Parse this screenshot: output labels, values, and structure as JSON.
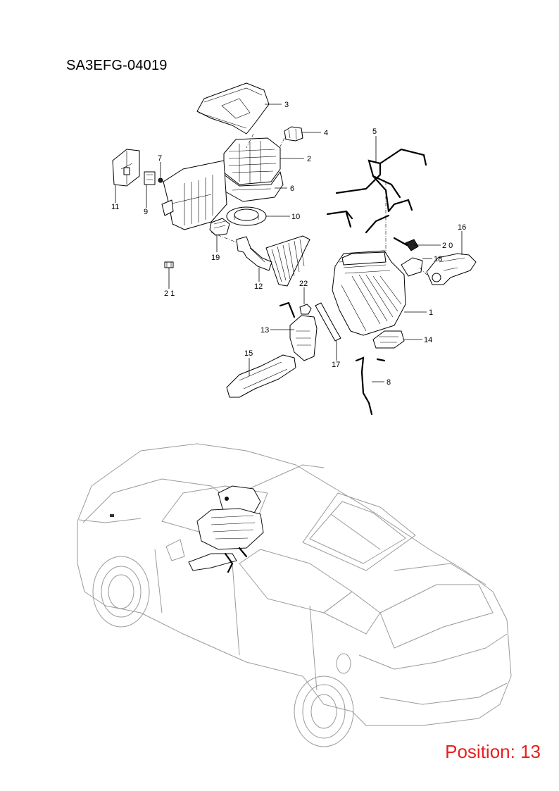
{
  "header": {
    "diagram_code": "SA3EFG-04019"
  },
  "footer": {
    "position_text": "Position: 13"
  },
  "callouts": [
    {
      "id": "c1",
      "label": "1"
    },
    {
      "id": "c2",
      "label": "2"
    },
    {
      "id": "c3",
      "label": "3"
    },
    {
      "id": "c4",
      "label": "4"
    },
    {
      "id": "c5",
      "label": "5"
    },
    {
      "id": "c6",
      "label": "6"
    },
    {
      "id": "c7",
      "label": "7"
    },
    {
      "id": "c8",
      "label": "8"
    },
    {
      "id": "c9",
      "label": "9"
    },
    {
      "id": "c10",
      "label": "10"
    },
    {
      "id": "c11",
      "label": "11"
    },
    {
      "id": "c12",
      "label": "12"
    },
    {
      "id": "c13",
      "label": "13"
    },
    {
      "id": "c14",
      "label": "14"
    },
    {
      "id": "c15",
      "label": "15"
    },
    {
      "id": "c16",
      "label": "16"
    },
    {
      "id": "c17",
      "label": "17"
    },
    {
      "id": "c18",
      "label": "18"
    },
    {
      "id": "c19",
      "label": "19"
    },
    {
      "id": "c20",
      "label": "2 0"
    },
    {
      "id": "c21",
      "label": "2 1"
    },
    {
      "id": "c22",
      "label": "22"
    }
  ],
  "colors": {
    "ink": "#000000",
    "position_red": "#e8201e",
    "vehicle_line": "#9a9a9a"
  }
}
